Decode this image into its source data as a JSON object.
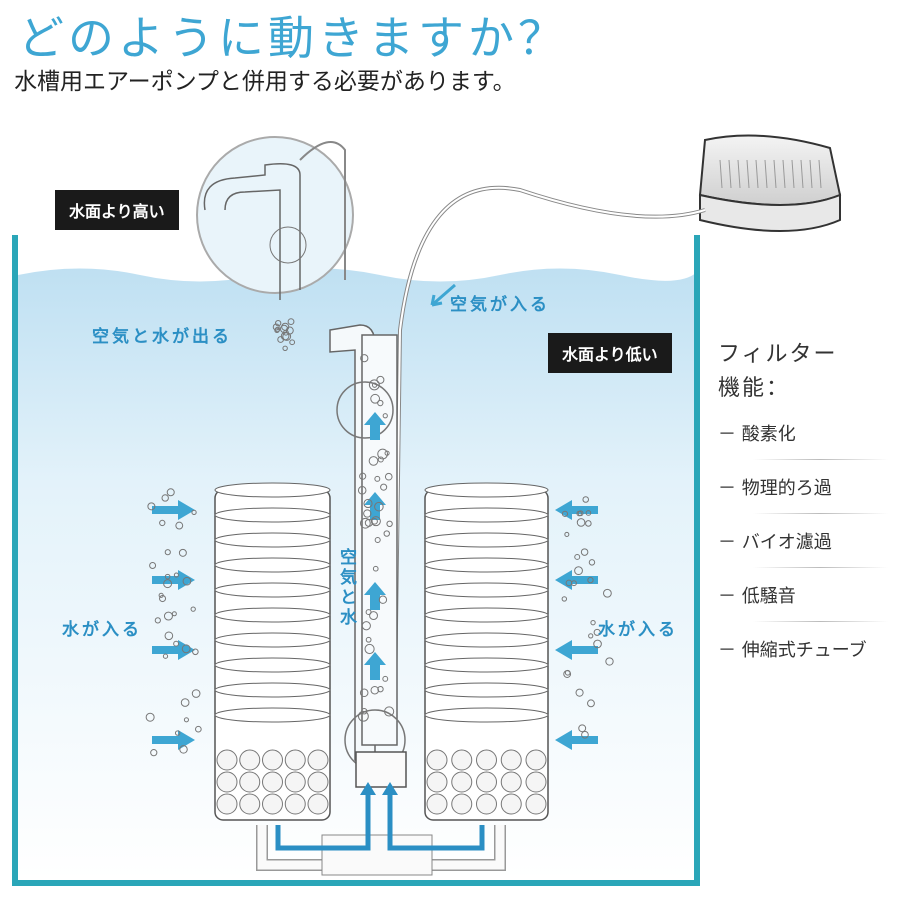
{
  "header": {
    "title": "どのように動きますか？",
    "subtitle": "水槽用エアーポンプと併用する必要があります。"
  },
  "diagram": {
    "tag_above": "水面より高い",
    "tag_below": "水面より低い",
    "air_in": "空気が入る",
    "air_water_out": "空気と水が出る",
    "water_in_left": "水が入る",
    "water_in_right": "水が入る",
    "air_and_water": "空気と水"
  },
  "features": {
    "heading_line1": "フィルター",
    "heading_line2": "機能：",
    "items": [
      {
        "label": "－ 酸素化"
      },
      {
        "label": "－ 物理的ろ過"
      },
      {
        "label": "－ バイオ濾過"
      },
      {
        "label": "－ 低騒音"
      },
      {
        "label": "－ 伸縮式チューブ"
      }
    ]
  },
  "colors": {
    "accent": "#3ea6d3",
    "tank": "#2aa6b8",
    "arrow": "#2b8fc4"
  }
}
